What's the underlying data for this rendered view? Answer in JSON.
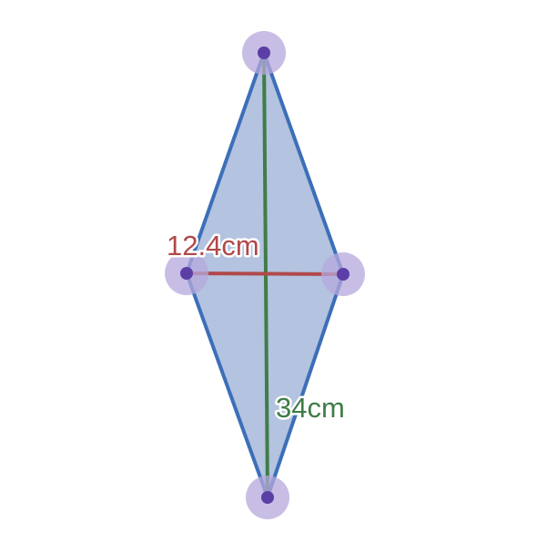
{
  "figure": {
    "shape": "rhombus",
    "fill_color": "#b3c3e0",
    "edge_color": "#3d6fb8",
    "vertex_color": "#5b3fa6",
    "vertex_halo_color": "#b6a8dc"
  },
  "diagonals": {
    "horizontal": {
      "label": "12.4cm",
      "color": "#b0494a"
    },
    "vertical": {
      "label": "34cm",
      "color": "#3f7d46"
    }
  }
}
